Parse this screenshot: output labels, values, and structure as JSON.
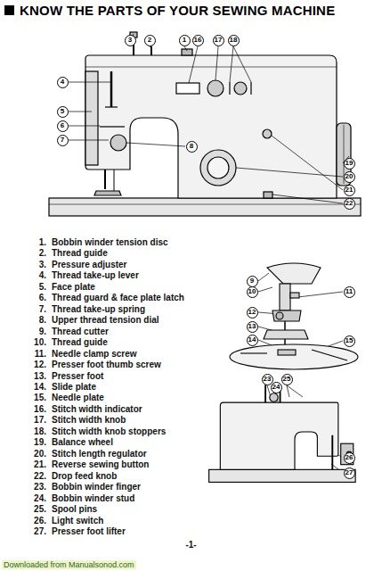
{
  "diagram": {
    "title": "KNOW THE PARTS OF YOUR SEWING MACHINE",
    "nodes": [
      {
        "text": [
          "3"
        ]
      },
      {
        "text": [
          "2"
        ]
      },
      {
        "text": [
          "1"
        ]
      },
      {
        "text": [
          "16"
        ]
      },
      {
        "text": [
          "17"
        ]
      },
      {
        "text": [
          "18"
        ]
      },
      {
        "text": [
          "4"
        ]
      },
      {
        "text": [
          "5"
        ]
      },
      {
        "text": [
          "6"
        ]
      },
      {
        "text": [
          "7"
        ]
      },
      {
        "text": [
          "8"
        ]
      },
      {
        "text": [
          "19"
        ]
      },
      {
        "text": [
          "20"
        ]
      },
      {
        "text": [
          "21"
        ]
      },
      {
        "text": [
          "22"
        ]
      },
      {
        "text": [
          "9"
        ]
      },
      {
        "text": [
          "10"
        ]
      },
      {
        "text": [
          "11"
        ]
      },
      {
        "text": [
          "12"
        ]
      },
      {
        "text": [
          "13"
        ]
      },
      {
        "text": [
          "14"
        ]
      },
      {
        "text": [
          "15"
        ]
      },
      {
        "text": [
          "23"
        ]
      },
      {
        "text": [
          "24"
        ]
      },
      {
        "text": [
          "25"
        ]
      },
      {
        "text": [
          "26"
        ]
      },
      {
        "text": [
          "27"
        ]
      }
    ],
    "labels": [
      "1.",
      "Bobbin winder tension disc",
      "2.",
      "Thread guide",
      "3.",
      "Pressure adjuster",
      "4.",
      "Thread take-up lever",
      "5.",
      "Face plate",
      "6.",
      "Thread guard & face plate latch",
      "7.",
      "Thread take-up spring",
      "8.",
      "Upper thread tension dial",
      "9.",
      "Thread cutter",
      "10.",
      "Thread guide",
      "11.",
      "Needle clamp screw",
      "12.",
      "Presser foot thumb screw",
      "13.",
      "Presser foot",
      "14.",
      "Slide plate",
      "15.",
      "Needle plate",
      "16.",
      "Stitch width indicator",
      "17.",
      "Stitch width knob",
      "18.",
      "Stitch width knob stoppers",
      "19.",
      "Balance wheel",
      "20.",
      "Stitch length regulator",
      "21.",
      "Reverse sewing button",
      "22.",
      "Drop feed knob",
      "23.",
      "Bobbin winder finger",
      "24.",
      "Bobbin winder stud",
      "25.",
      "Spool pins",
      "26.",
      "Light switch",
      "27.",
      "Presser foot lifter",
      "-1-",
      "Downloaded from Manualsonod.com"
    ]
  }
}
